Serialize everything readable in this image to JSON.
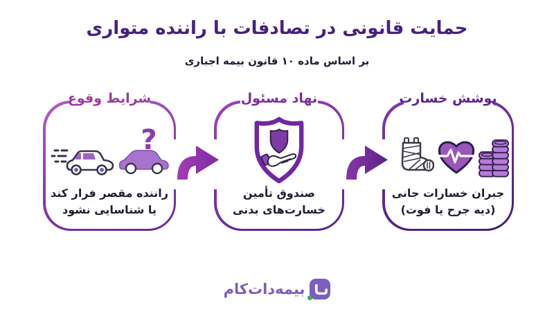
{
  "title": "حمایت قانونی در تصادفات با راننده متواری",
  "subtitle": "بر اساس ماده ۱۰ قانون بیمه اجباری",
  "boxes": [
    {
      "header": "شرایط وقوع",
      "line1": "راننده مقصر فرار کند",
      "line2": "یا شناسایی نشود",
      "question_mark": "?",
      "icons": [
        "speeding-car-icon",
        "unknown-car-icon"
      ]
    },
    {
      "header": "نهاد مسئول",
      "line1": "صندوق تأمین",
      "line2": "خسارت‌های بدنی",
      "icons": [
        "shield-hand-icon"
      ]
    },
    {
      "header": "پوشش خسارت",
      "line1": "جبران خسارات جانی",
      "line2": "(دیه جرح یا فوت)",
      "icons": [
        "leg-cast-icon",
        "heart-pulse-icon",
        "coins-icon"
      ]
    }
  ],
  "logo": {
    "text": "بیمه‌دات‌کام"
  },
  "colors": {
    "title": "#47217f",
    "body_text": "#241a35",
    "box1_header": "#993c9e",
    "box2_header": "#7b2f9d",
    "box3_header": "#5a2590",
    "border_gradient_start": "#b15fc8",
    "border_gradient_end": "#3f2173",
    "arrow1": "#8a2ba6",
    "arrow2": "#6a2495",
    "logo_purple": "#7b5fc0",
    "logo_dot_green": "#3fae4e",
    "background": "#ffffff"
  }
}
